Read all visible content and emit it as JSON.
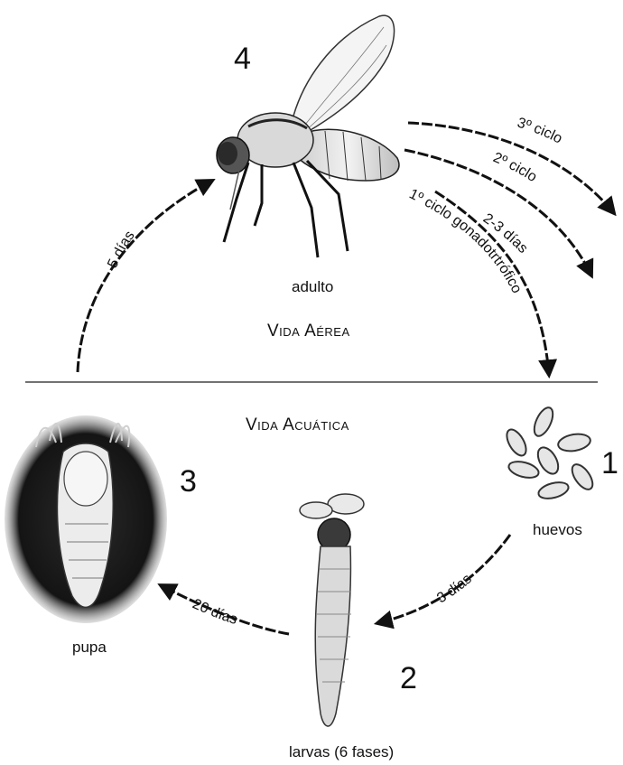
{
  "stages": {
    "adult": {
      "number": "4",
      "label": "adulto"
    },
    "eggs": {
      "number": "1",
      "label": "huevos"
    },
    "larvae": {
      "number": "2",
      "label": "larvas (6 fases)"
    },
    "pupa": {
      "number": "3",
      "label": "pupa"
    }
  },
  "zones": {
    "air": "Vida Aérea",
    "water": "Vida Acuática"
  },
  "transitions": {
    "pupa_to_adult": "5 días",
    "adult_to_eggs_days": "2-3 días",
    "first_cycle": "1º ciclo gonadotrtrófico",
    "second_cycle": "2º ciclo",
    "third_cycle": "3º ciclo",
    "eggs_to_larvae": "3 días",
    "larvae_to_pupa": "20 días"
  },
  "icons": [
    "adult-mosquito-icon",
    "eggs-icon",
    "larva-icon",
    "pupa-icon"
  ]
}
